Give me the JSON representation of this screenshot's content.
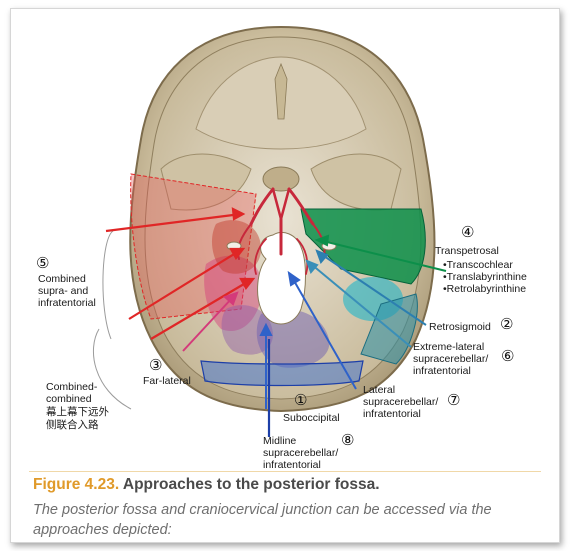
{
  "caption": {
    "figure_label": "Figure 4.23.",
    "title": "Approaches to the posterior fossa.",
    "body": "The posterior fossa and craniocervical junction can be accessed via the approaches depicted:"
  },
  "approaches": {
    "a1": {
      "number": "①",
      "label": "Suboccipital",
      "color": "#2f62c9"
    },
    "a2": {
      "number": "②",
      "label": "Retrosigmoid",
      "color": "#2c7fb0"
    },
    "a3": {
      "number": "③",
      "label": "Far-lateral",
      "color": "#d43a7a"
    },
    "a4": {
      "number": "④",
      "title": "Transpetrosal",
      "items": [
        "•Transcochlear",
        "•Translabyrinthine",
        "•Retrolabyrinthine"
      ],
      "color": "#0c8f4a"
    },
    "a5": {
      "number": "⑤",
      "label_line1": "Combined",
      "label_line2": "supra- and",
      "label_line3": "infratentorial",
      "color": "#e02626"
    },
    "a6": {
      "number": "⑥",
      "label_line1": "Extreme-lateral",
      "label_line2": "supracerebellar/",
      "label_line3": "infratentorial",
      "color": "#3a8fb8"
    },
    "a7": {
      "number": "⑦",
      "label_line1": "Lateral",
      "label_line2": "supracerebellar/",
      "label_line3": "infratentorial",
      "color": "#2f62c9"
    },
    "a8": {
      "number": "⑧",
      "label_line1": "Midline",
      "label_line2": "supracerebellar/",
      "label_line3": "infratentorial",
      "color": "#1d3fa8"
    }
  },
  "combined_combined": {
    "line1": "Combined-",
    "line2": "combined",
    "line3": "幕上幕下远外",
    "line4": "侧联合入路"
  }
}
